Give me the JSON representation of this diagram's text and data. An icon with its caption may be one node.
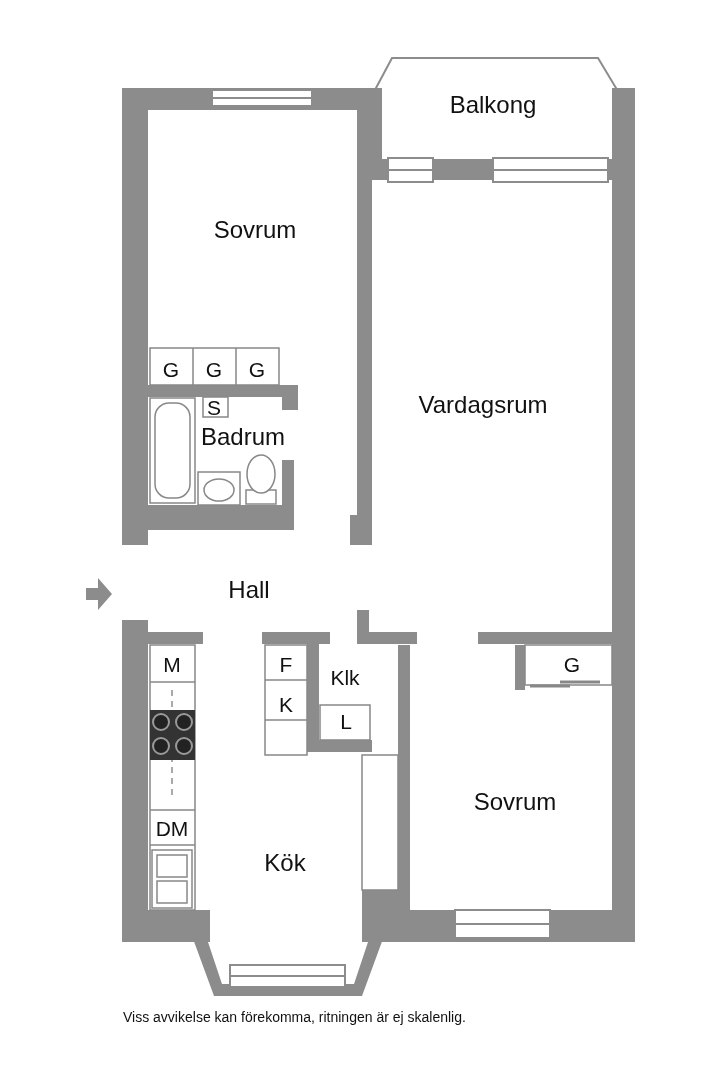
{
  "diagram": {
    "caption": "Viss avvikelse kan förekomma, ritningen är ej skalenlig.",
    "labels": [
      "Balkong",
      "Sovrum",
      "G",
      "G",
      "G",
      "S",
      "Vardagsrum",
      "Badrum",
      "Hall",
      "M",
      "F",
      "G",
      "Klk",
      "K",
      "L",
      "Sovrum",
      "DM",
      "Kök"
    ]
  }
}
